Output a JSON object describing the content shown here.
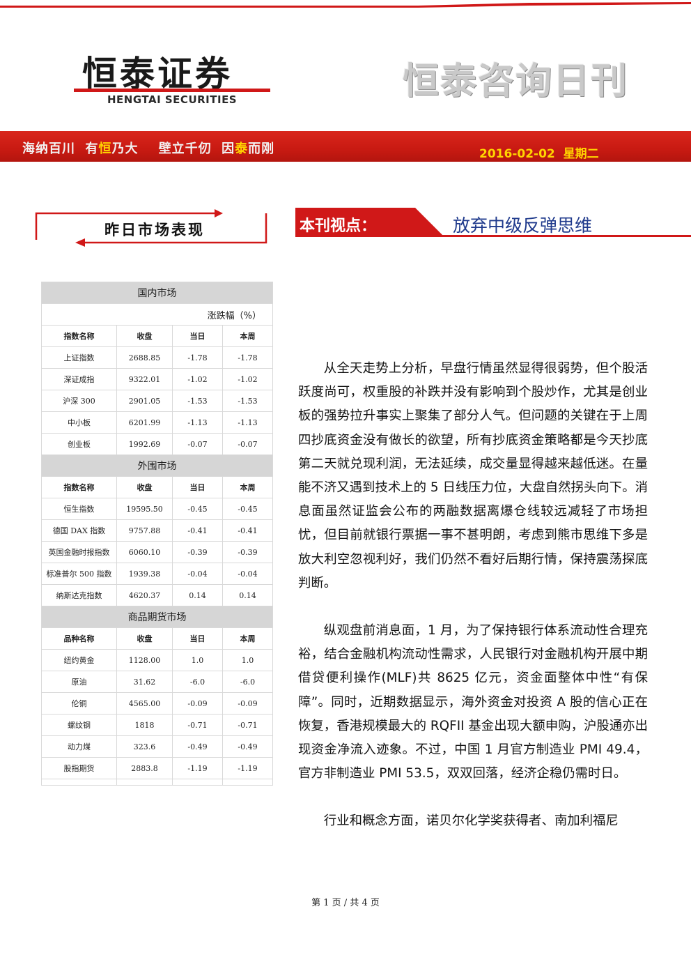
{
  "header": {
    "logo_cn": "恒泰证券",
    "logo_en": "HENGTAI SECURITIES",
    "publication_title": "恒泰咨询日刊",
    "slogan_parts": [
      "海纳百川  有",
      "恒",
      "乃大    壁立千仞  因",
      "泰",
      "而刚"
    ],
    "date": "2016-02-02  星期二"
  },
  "left_section": {
    "title": "昨日市场表现",
    "table": {
      "domestic": {
        "section_label": "国内市场",
        "unit_label": "涨跌幅（%）",
        "headers": [
          "指数名称",
          "收盘",
          "当日",
          "本周"
        ],
        "rows": [
          [
            "上证指数",
            "2688.85",
            "-1.78",
            "-1.78"
          ],
          [
            "深证成指",
            "9322.01",
            "-1.02",
            "-1.02"
          ],
          [
            "沪深 300",
            "2901.05",
            "-1.53",
            "-1.53"
          ],
          [
            "中小板",
            "6201.99",
            "-1.13",
            "-1.13"
          ],
          [
            "创业板",
            "1992.69",
            "-0.07",
            "-0.07"
          ]
        ]
      },
      "foreign": {
        "section_label": "外围市场",
        "headers": [
          "指数名称",
          "收盘",
          "当日",
          "本周"
        ],
        "rows": [
          [
            "恒生指数",
            "19595.50",
            "-0.45",
            "-0.45"
          ],
          [
            "德国 DAX 指数",
            "9757.88",
            "-0.41",
            "-0.41"
          ],
          [
            "英国金融时报指数",
            "6060.10",
            "-0.39",
            "-0.39"
          ],
          [
            "标准普尔 500 指数",
            "1939.38",
            "-0.04",
            "-0.04"
          ],
          [
            "纳斯达克指数",
            "4620.37",
            "0.14",
            "0.14"
          ]
        ]
      },
      "commodities": {
        "section_label": "商品期货市场",
        "headers": [
          "品种名称",
          "收盘",
          "当日",
          "本周"
        ],
        "rows": [
          [
            "纽约黄金",
            "1128.00",
            "1.0",
            "1.0"
          ],
          [
            "原油",
            "31.62",
            "-6.0",
            "-6.0"
          ],
          [
            "伦铜",
            "4565.00",
            "-0.09",
            "-0.09"
          ],
          [
            "螺纹钢",
            "1818",
            "-0.71",
            "-0.71"
          ],
          [
            "动力煤",
            "323.6",
            "-0.49",
            "-0.49"
          ],
          [
            "股指期货",
            "2883.8",
            "-1.19",
            "-1.19"
          ]
        ]
      }
    }
  },
  "viewpoint": {
    "label": "本刊视点：",
    "headline": "放弃中级反弹思维",
    "paragraphs": [
      "从全天走势上分析，早盘行情虽然显得很弱势，但个股活跃度尚可，权重股的补跌并没有影响到个股炒作，尤其是创业板的强势拉升事实上聚集了部分人气。但问题的关键在于上周四抄底资金没有做长的欲望，所有抄底资金策略都是今天抄底第二天就兑现利润，无法延续，成交量显得越来越低迷。在量能不济又遇到技术上的 5 日线压力位，大盘自然拐头向下。消息面虽然证监会公布的两融数据离爆仓线较远减轻了市场担忧，但目前就银行票据一事不甚明朗，考虑到熊市思维下多是放大利空忽视利好，我们仍然不看好后期行情，保持震荡探底判断。",
      "纵观盘前消息面，1 月，为了保持银行体系流动性合理充裕，结合金融机构流动性需求，人民银行对金融机构开展中期借贷便利操作(MLF)共 8625 亿元，资金面整体中性“有保障”。同时，近期数据显示，海外资金对投资 A 股的信心正在恢复，香港规模最大的 RQFII 基金出现大额申购，沪股通亦出现资金净流入迹象。不过，中国 1 月官方制造业 PMI 49.4，官方非制造业 PMI 53.5，双双回落，经济企稳仍需时日。",
      "行业和概念方面，诺贝尔化学奖获得者、南加利福尼"
    ]
  },
  "footer": {
    "page_text": "第 1 页 / 共 4 页"
  },
  "colors": {
    "brand_red": "#d01818",
    "date_yellow": "#ffd400",
    "headline_blue": "#1f3a8c",
    "section_gray": "#d6d6d6"
  }
}
